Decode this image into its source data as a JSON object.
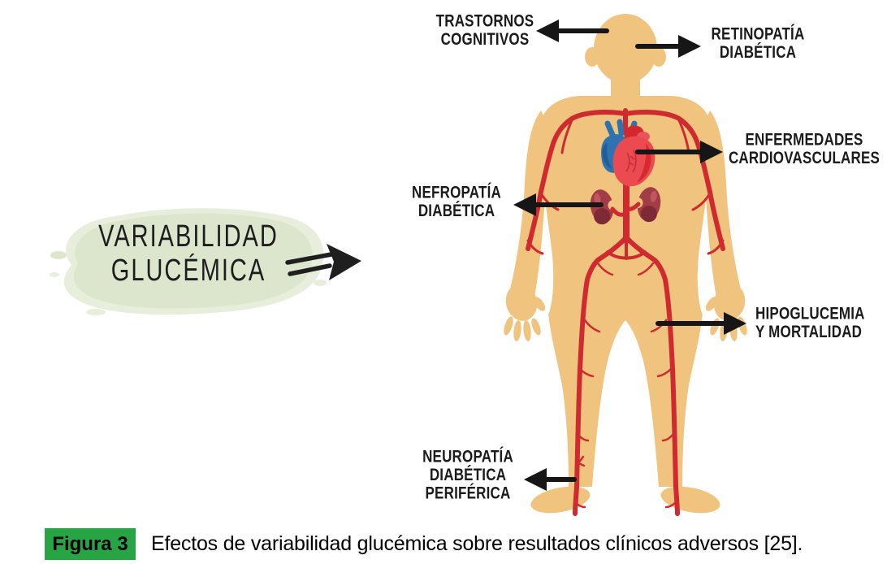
{
  "title": {
    "line1": "VARIABILIDAD",
    "line2": "GLUCÉMICA"
  },
  "labels": {
    "trastornos": {
      "lines": [
        "TRASTORNOS",
        "COGNITIVOS"
      ]
    },
    "retinopatia": {
      "lines": [
        "RETINOPATÍA",
        "DIABÉTICA"
      ]
    },
    "enfermedades": {
      "lines": [
        "ENFERMEDADES",
        "CARDIOVASCULARES"
      ]
    },
    "nefropatia": {
      "lines": [
        "NEFROPATÍA",
        "DIABÉTICA"
      ]
    },
    "hipoglucemia": {
      "lines": [
        "HIPOGLUCEMIA",
        "Y MORTALIDAD"
      ]
    },
    "neuropatia": {
      "lines": [
        "NEUROPATÍA",
        "DIABÉTICA",
        "PERIFÉRICA"
      ]
    }
  },
  "caption": {
    "badge": "Figura 3",
    "text": "Efectos de variabilidad glucémica sobre resultados clínicos adversos [25]."
  },
  "colors": {
    "skin": "#F0C47E",
    "artery_red": "#CF2A30",
    "heart_red": "#EA4A50",
    "heart_dark_red": "#D3272E",
    "heart_blue": "#2E72B2",
    "heart_dark_blue": "#1F5C94",
    "kidney": "#A23C45",
    "kidney_dark": "#7E2A34",
    "kidney_highlight": "#C05660",
    "splash_green": "#DCE6CD",
    "splash_green_light": "#E7EEDB",
    "badge_green": "#27A544",
    "arrow_black": "#161616",
    "text_black": "#1B1B1B"
  }
}
